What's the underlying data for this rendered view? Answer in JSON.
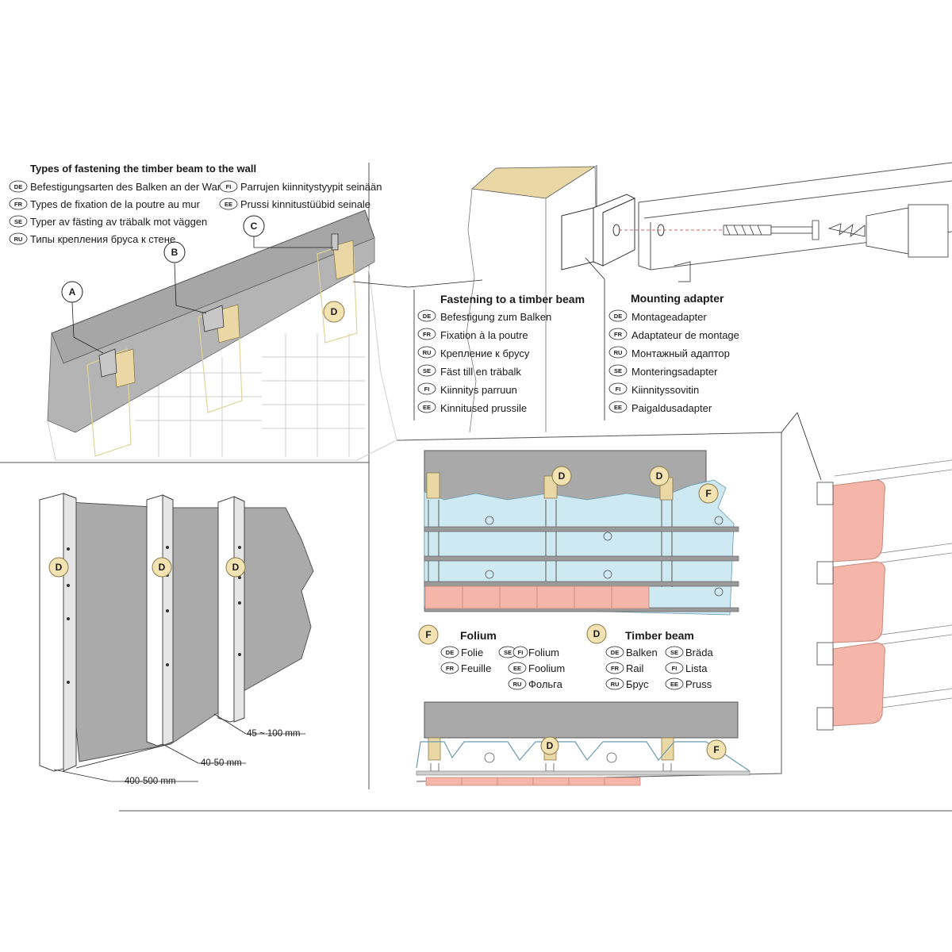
{
  "fastening_types": {
    "title": "Types of fastening the timber beam to the wall",
    "translations": [
      {
        "code": "DE",
        "text": "Befestigungsarten des Balken an der Wand"
      },
      {
        "code": "FR",
        "text": "Types de fixation de la poutre au mur"
      },
      {
        "code": "SE",
        "text": "Typer av fästing av träbalk mot väggen"
      },
      {
        "code": "RU",
        "text": "Типы крепления бруса к стене"
      },
      {
        "code": "FI",
        "text": "Parrujen kiinnitystyypit seinään"
      },
      {
        "code": "EE",
        "text": "Prussi kinnitustüübid seinale"
      }
    ],
    "markers": {
      "a": "A",
      "b": "B",
      "c": "C",
      "d": "D"
    }
  },
  "fastening_beam": {
    "heading": "Fastening to a timber beam",
    "translations": [
      {
        "code": "DE",
        "text": "Befestigung zum Balken"
      },
      {
        "code": "FR",
        "text": "Fixation à la poutre"
      },
      {
        "code": "RU",
        "text": "Крепление к брусу"
      },
      {
        "code": "SE",
        "text": "Fäst till en träbalk"
      },
      {
        "code": "FI",
        "text": "Kiinnitys parruun"
      },
      {
        "code": "EE",
        "text": "Kinnitused prussile"
      }
    ]
  },
  "mounting_adapter": {
    "heading": "Mounting adapter",
    "translations": [
      {
        "code": "DE",
        "text": "Montageadapter"
      },
      {
        "code": "FR",
        "text": "Adaptateur de montage"
      },
      {
        "code": "RU",
        "text": "Монтажный адаптор"
      },
      {
        "code": "SE",
        "text": "Monteringsadapter"
      },
      {
        "code": "FI",
        "text": "Kiinnityssovitin"
      },
      {
        "code": "EE",
        "text": "Paigaldusadapter"
      }
    ]
  },
  "spacing": {
    "markers": {
      "d": "D"
    },
    "dimensions": {
      "depth": "45 ~ 100 mm",
      "width": "40-50 mm",
      "spacing": "400-500 mm"
    }
  },
  "legend": {
    "folium": {
      "marker": "F",
      "heading": "Folium",
      "translations": [
        {
          "code": "DE",
          "text": "Folie"
        },
        {
          "code": "FR",
          "text": "Feuille"
        },
        {
          "code": "SE",
          "text": "Folium"
        },
        {
          "code": "FI",
          "text": ""
        },
        {
          "code": "EE",
          "text": "Foolium"
        },
        {
          "code": "RU",
          "text": "Фольга"
        }
      ]
    },
    "timber_beam": {
      "marker": "D",
      "heading": "Timber beam",
      "translations": [
        {
          "code": "DE",
          "text": "Balken"
        },
        {
          "code": "FR",
          "text": "Rail"
        },
        {
          "code": "RU",
          "text": "Брус"
        },
        {
          "code": "SE",
          "text": "Bräda"
        },
        {
          "code": "FI",
          "text": "Lista"
        },
        {
          "code": "EE",
          "text": "Pruss"
        }
      ]
    }
  },
  "colors": {
    "wall_gray": "#a9a9a9",
    "timber": "#e9d7a6",
    "marker_fill": "#f3e3b3",
    "folium_blue": "#cfe9f2",
    "tile_pink": "#f5b5a8",
    "rail_gray": "#8c8c8c"
  }
}
